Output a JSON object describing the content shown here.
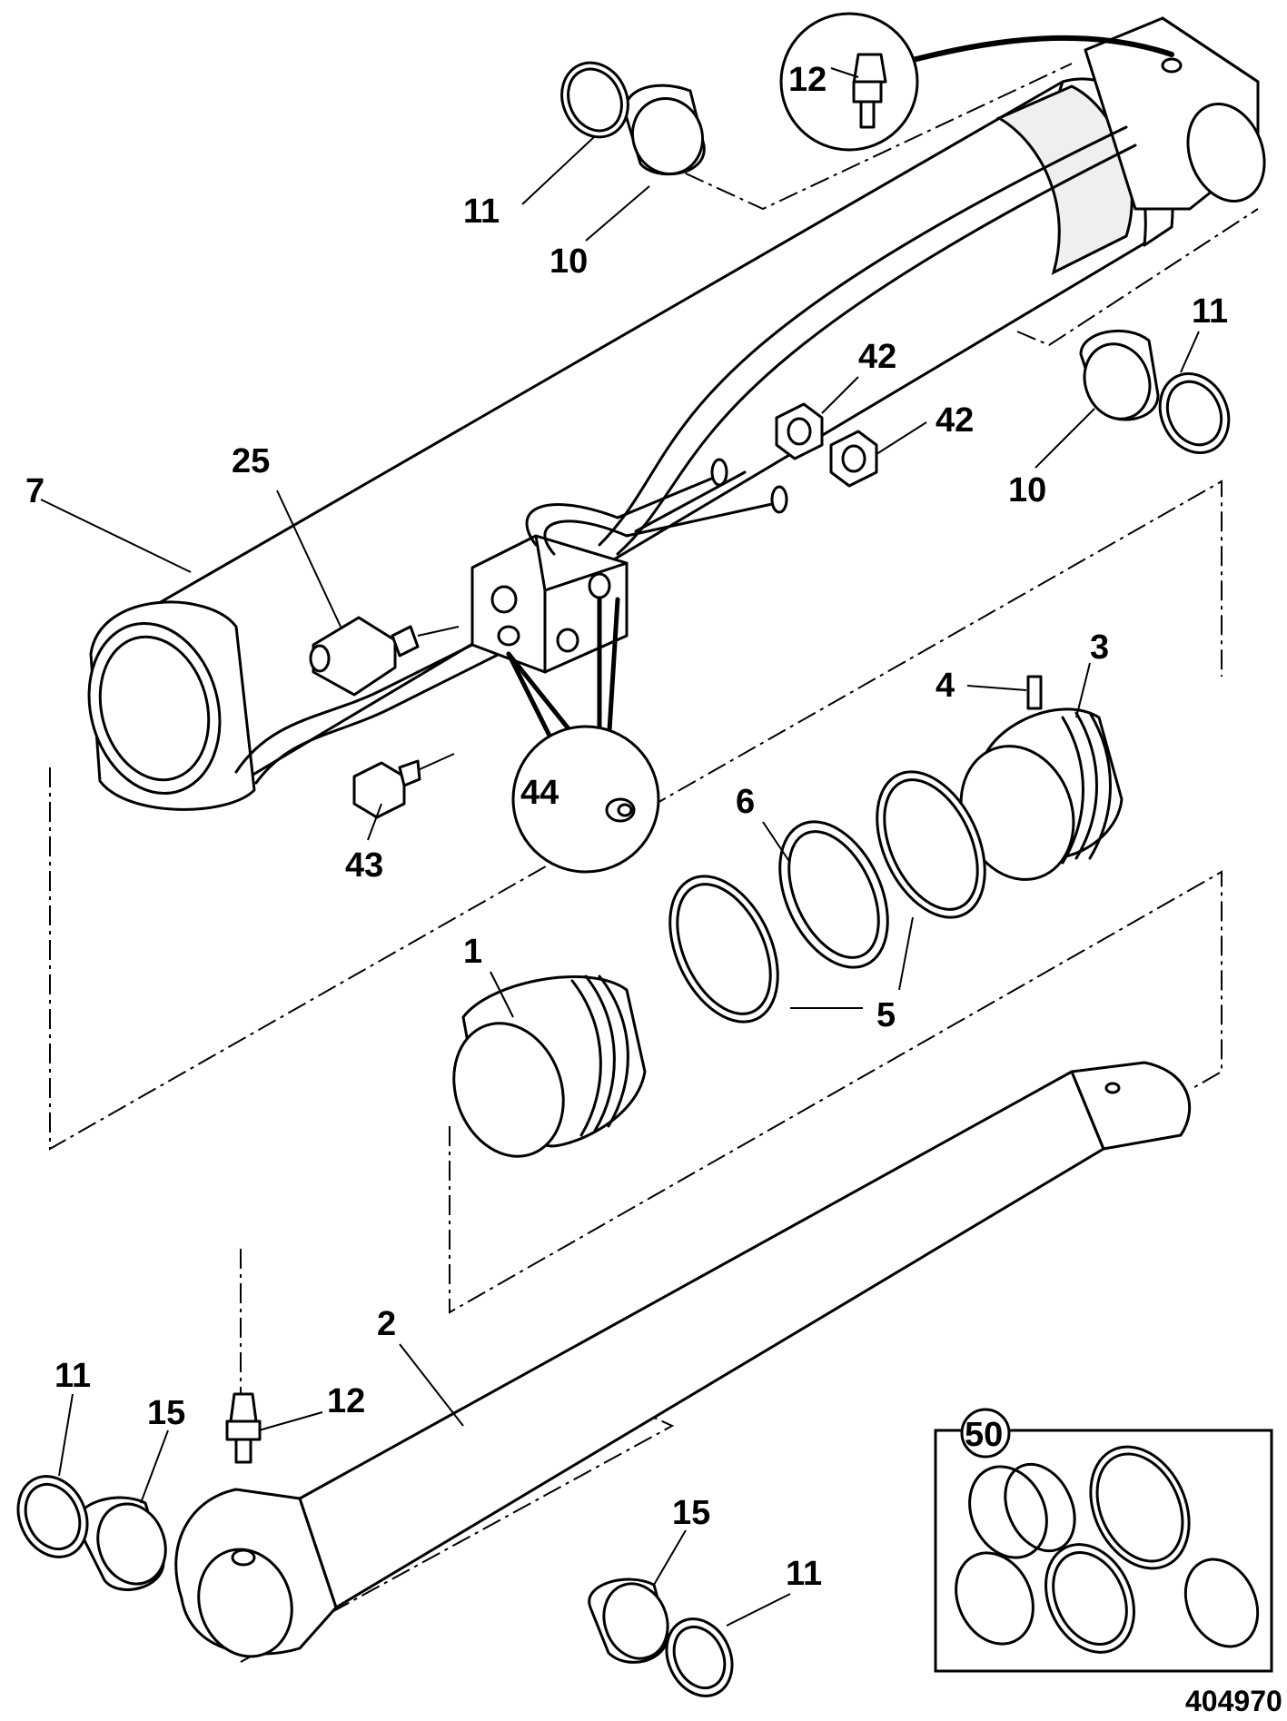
{
  "diagram": {
    "reference_number": "404970",
    "callouts": {
      "c7": "7",
      "c25": "25",
      "c43": "43",
      "c44": "44",
      "c42a": "42",
      "c42b": "42",
      "c10_top": "10",
      "c11_top": "11",
      "c12_top": "12",
      "c10_right": "10",
      "c11_right": "11",
      "c3": "3",
      "c4": "4",
      "c6": "6",
      "c5": "5",
      "c1": "1",
      "c2": "2",
      "c11_bl": "11",
      "c15_bl": "15",
      "c12_bl": "12",
      "c15_br": "15",
      "c11_br": "11",
      "c50": "50"
    }
  }
}
